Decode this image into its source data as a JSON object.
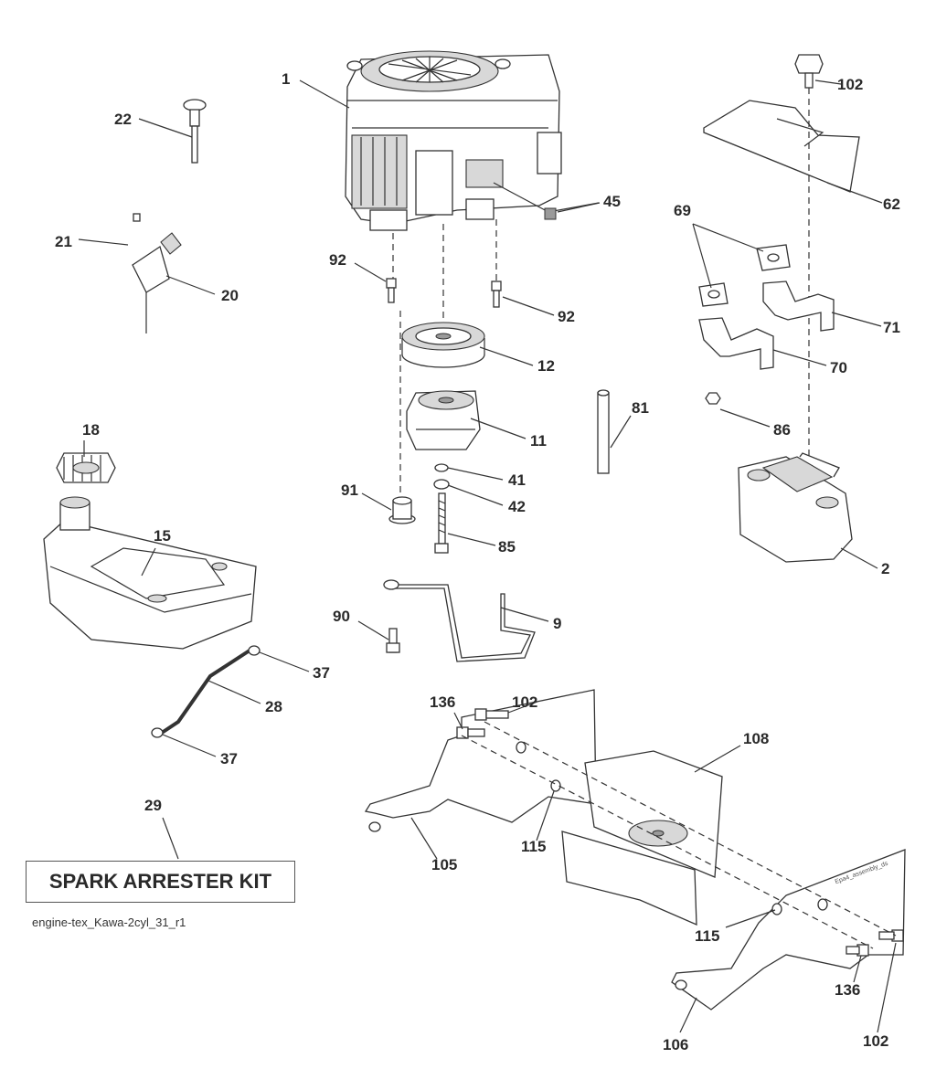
{
  "callouts": {
    "c1": "1",
    "c2": "2",
    "c9": "9",
    "c11": "11",
    "c12": "12",
    "c15": "15",
    "c18": "18",
    "c20": "20",
    "c21": "21",
    "c22": "22",
    "c28": "28",
    "c29": "29",
    "c37a": "37",
    "c37b": "37",
    "c41": "41",
    "c42": "42",
    "c45": "45",
    "c62": "62",
    "c69": "69",
    "c70": "70",
    "c71": "71",
    "c81": "81",
    "c85": "85",
    "c86": "86",
    "c90": "90",
    "c91": "91",
    "c92a": "92",
    "c92b": "92",
    "c102a": "102",
    "c102b": "102",
    "c102c": "102",
    "c105": "105",
    "c106": "106",
    "c108": "108",
    "c115a": "115",
    "c115b": "115",
    "c136a": "136",
    "c136b": "136"
  },
  "kit_label": "SPARK ARRESTER KIT",
  "drawing_code": "engine-tex_Kawa-2cyl_31_r1",
  "small_code": "Epa4_assembly_ds"
}
